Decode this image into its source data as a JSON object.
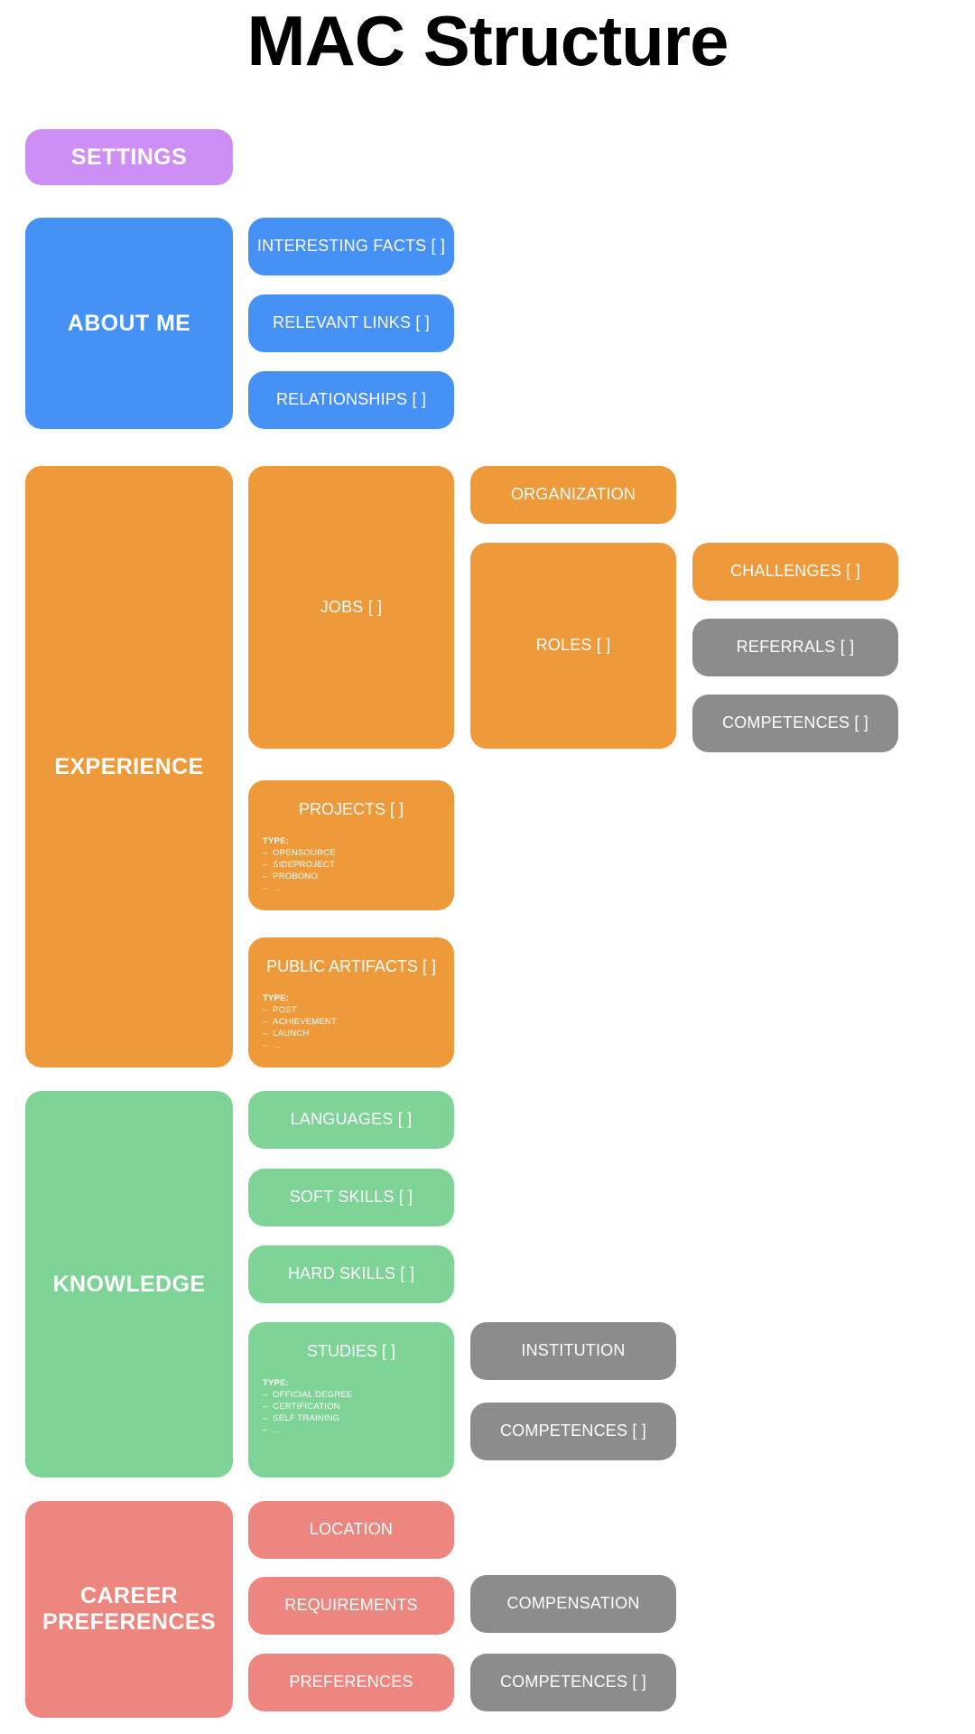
{
  "title": "MAC Structure",
  "colors": {
    "background": "#ffffff",
    "title_text": "#000000",
    "settings": "#cd8ff3",
    "about_me": "#4591f5",
    "experience": "#ee9a3a",
    "knowledge": "#7ed396",
    "career_preferences": "#ee8680",
    "shared_gray": "#8c8c8c",
    "card_text": "#ffffff"
  },
  "type_label": "TYPE:",
  "sections": {
    "settings": {
      "label": "SETTINGS"
    },
    "about_me": {
      "label": "ABOUT ME",
      "children": [
        {
          "label": "INTERESTING FACTS [ ]"
        },
        {
          "label": "RELEVANT LINKS [ ]"
        },
        {
          "label": "RELATIONSHIPS [ ]"
        }
      ]
    },
    "experience": {
      "label": "EXPERIENCE",
      "jobs": {
        "label": "JOBS [ ]"
      },
      "organization": {
        "label": "ORGANIZATION"
      },
      "roles": {
        "label": "ROLES [ ]"
      },
      "challenges": {
        "label": "CHALLENGES [ ]"
      },
      "referrals": {
        "label": "REFERRALS [ ]"
      },
      "competences": {
        "label": "COMPETENCES [ ]"
      },
      "projects": {
        "label": "PROJECTS [ ]",
        "type_label": "TYPE:",
        "types": [
          "OPENSOURCE",
          "SIDEPROJECT",
          "PROBONO",
          "..."
        ]
      },
      "public_artifacts": {
        "label": "PUBLIC ARTIFACTS [ ]",
        "type_label": "TYPE:",
        "types": [
          "POST",
          "ACHIEVEMENT",
          "LAUNCH",
          "..."
        ]
      }
    },
    "knowledge": {
      "label": "KNOWLEDGE",
      "languages": {
        "label": "LANGUAGES [ ]"
      },
      "soft_skills": {
        "label": "SOFT SKILLS [ ]"
      },
      "hard_skills": {
        "label": "HARD SKILLS [ ]"
      },
      "studies": {
        "label": "STUDIES [ ]",
        "type_label": "TYPE:",
        "types": [
          "OFFICIAL DEGREE",
          "CERTIFICATION",
          "SELF TRAINING",
          "..."
        ]
      },
      "institution": {
        "label": "INSTITUTION"
      },
      "competences": {
        "label": "COMPETENCES [ ]"
      }
    },
    "career_preferences": {
      "label": "CAREER\nPREFERENCES",
      "location": {
        "label": "LOCATION"
      },
      "requirements": {
        "label": "REQUIREMENTS"
      },
      "preferences": {
        "label": "PREFERENCES"
      },
      "compensation": {
        "label": "COMPENSATION"
      },
      "competences": {
        "label": "COMPETENCES [ ]"
      }
    }
  }
}
